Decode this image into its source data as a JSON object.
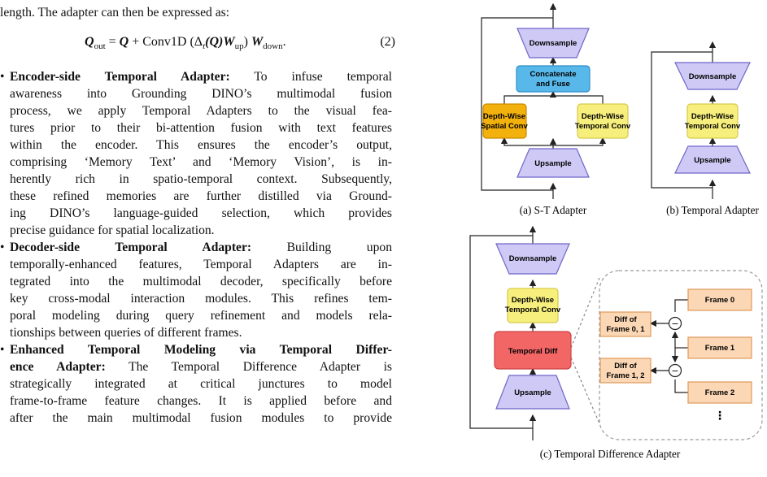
{
  "text": {
    "intro": "length. The adapter can then be expressed as:",
    "equation": {
      "lhs": "Q",
      "lhs_sub": "out",
      "rhs_prefix": " = ",
      "q": "Q",
      "plus_conv": " + Conv1D (Δ",
      "delta_sub": "t",
      "paren_q": "(Q)",
      "w_up": "W",
      "w_up_sub": "up",
      "close": ") ",
      "w_down": "W",
      "w_down_sub": "down",
      "end": ".",
      "number": "(2)"
    },
    "bullet_symbol": "•",
    "bullets": [
      {
        "title": "Encoder-side Temporal Adapter:",
        "lines": [
          "To infuse temporal",
          "awareness into Grounding DINO’s multimodal fusion",
          "process, we apply Temporal Adapters to the visual fea-",
          "tures prior to their bi-attention fusion with text features",
          "within the encoder. This ensures the encoder’s output,",
          "comprising ‘Memory Text’ and ‘Memory Vision’, is in-",
          "herently rich in spatio-temporal context. Subsequently,",
          "these refined memories are further distilled via Ground-",
          "ing DINO’s language-guided selection, which provides",
          "precise guidance for spatial localization."
        ]
      },
      {
        "title": "Decoder-side Temporal Adapter:",
        "lines": [
          "Building upon",
          "temporally-enhanced features, Temporal Adapters are in-",
          "tegrated into the multimodal decoder, specifically before",
          "key cross-modal interaction modules. This refines tem-",
          "poral modeling during query refinement and models rela-",
          "tionships between queries of different frames."
        ]
      },
      {
        "title": "Enhanced Temporal Modeling via Temporal Differ-",
        "title2": "ence Adapter:",
        "lines": [
          "The Temporal Difference Adapter is",
          "strategically integrated at critical junctures to model",
          "frame-to-frame feature changes. It is applied before and",
          "after the main multimodal fusion modules to provide"
        ]
      }
    ]
  },
  "figure": {
    "colors": {
      "trapezoid": "#cfc9f5",
      "trap_stroke": "#6f66c9",
      "blue": "#59b8ea",
      "blue_stroke": "#2f8fc7",
      "orange_dark": "#f2b10c",
      "orange_dark_stroke": "#c98d00",
      "yellow": "#f7ef7d",
      "yellow_stroke": "#d6c94a",
      "red": "#f26666",
      "red_stroke": "#cc4444",
      "peach": "#fbd7b5",
      "peach_stroke": "#e09a59"
    },
    "st_adapter": {
      "downsample": "Downsample",
      "concat": [
        "Concatenate",
        "and Fuse"
      ],
      "spatial": [
        "Depth-Wise",
        "Spatial Conv"
      ],
      "temporal": [
        "Depth-Wise",
        "Temporal Conv"
      ],
      "upsample": "Upsample",
      "caption": "(a) S-T Adapter"
    },
    "temporal_adapter": {
      "downsample": "Downsample",
      "temporal": [
        "Depth-Wise",
        "Temporal Conv"
      ],
      "upsample": "Upsample",
      "caption": "(b) Temporal Adapter"
    },
    "td_adapter": {
      "downsample": "Downsample",
      "temporal": [
        "Depth-Wise",
        "Temporal Conv"
      ],
      "diff": "Temporal Diff",
      "upsample": "Upsample",
      "frames": [
        "Frame 0",
        "Frame 1",
        "Frame 2"
      ],
      "diffs": [
        [
          "Diff of",
          "Frame 0, 1"
        ],
        [
          "Diff of",
          "Frame 1, 2"
        ]
      ],
      "minus": "−",
      "ellipsis": "⋮",
      "caption": "(c) Temporal Difference Adapter"
    }
  }
}
